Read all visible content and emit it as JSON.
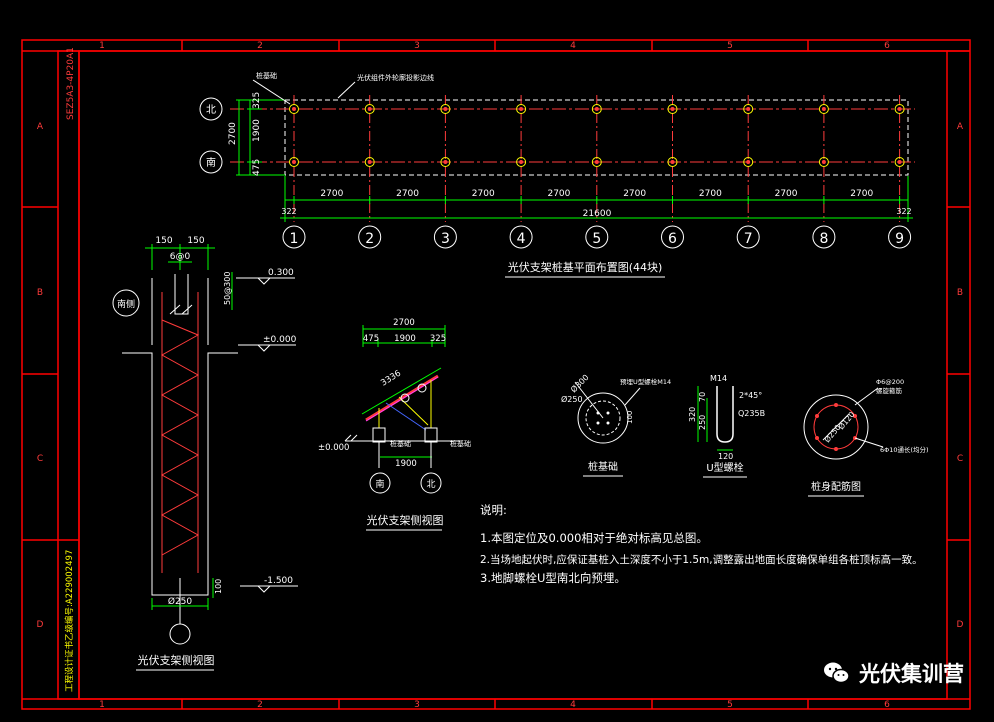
{
  "frame": {
    "cols": [
      "1",
      "2",
      "3",
      "4",
      "5",
      "6"
    ],
    "rows": [
      "A",
      "B",
      "C",
      "D"
    ],
    "left_top_text": "SEZ5A3-4P20A1",
    "left_bottom_text": "工程设计证书乙级编号:A229002497"
  },
  "plan": {
    "title": "光伏支架桩基平面布置图(44块)",
    "note_edge": "光伏组件外轮廓投影边线",
    "note_pile": "桩基础",
    "north_label": "北",
    "south_label": "南",
    "dim_left_total": "2700",
    "dim_left_mid": "1900",
    "dim_left_top": "325",
    "dim_left_bot": "475",
    "spans": [
      "2700",
      "2700",
      "2700",
      "2700",
      "2700",
      "2700",
      "2700",
      "2700"
    ],
    "overall": "21600",
    "edge_left": "322",
    "edge_right": "322",
    "axes": [
      "1",
      "2",
      "3",
      "4",
      "5",
      "6",
      "7",
      "8",
      "9"
    ]
  },
  "section": {
    "title": "光伏支架侧视图",
    "label_south": "南侧",
    "dim_150a": "150",
    "dim_150b": "150",
    "dim_top": "6@0",
    "dim_side": "50@300",
    "level_top": "0.300",
    "level_zero": "±0.000",
    "level_bottom": "-1.500",
    "dim_100": "100",
    "diameter": "Ø250"
  },
  "sideview": {
    "title": "光伏支架侧视图",
    "dim_total": "2700",
    "dim_a": "475",
    "dim_b": "1900",
    "dim_c": "325",
    "dim_slope": "3336",
    "dim_bottom": "1900",
    "level": "±0.000",
    "label_pile_left": "桩基础",
    "label_pile_right": "桩基础",
    "south": "南",
    "north": "北"
  },
  "pile": {
    "title": "桩基础",
    "dim_d1": "Ø300",
    "dim_d2": "Ø250",
    "note": "预埋U型螺栓M14",
    "dim_small": "100"
  },
  "ubolt": {
    "title": "U型螺栓",
    "m": "M14",
    "angle": "2*45°",
    "material": "Q235B",
    "dim_320": "320",
    "dim_250": "250",
    "dim_70": "70",
    "dim_120": "120"
  },
  "rebar": {
    "title": "桩身配筋图",
    "note_top": "Φ6@200",
    "note_top2": "螺旋箍筋",
    "note_bottom": "6Φ10通长(均分)",
    "dim_a": "Ø250",
    "dim_b": "Ø120"
  },
  "notes": {
    "heading": "说明:",
    "items": [
      "1.本图定位及0.000相对于绝对标高见总图。",
      "2.当场地起伏时,应保证基桩入土深度不小于1.5m,调整露出地面长度确保单组各桩顶标高一致。",
      "3.地脚螺栓U型南北向预埋。"
    ]
  },
  "watermark": {
    "text": "光伏集训营"
  },
  "colors": {
    "background": "#000000",
    "frame": "#ff0000",
    "line": "#ffffff",
    "dim": "#00ff00",
    "axis": "#ff3b3b",
    "note_blue": "#00e5ff",
    "pile": "#ffff00"
  }
}
